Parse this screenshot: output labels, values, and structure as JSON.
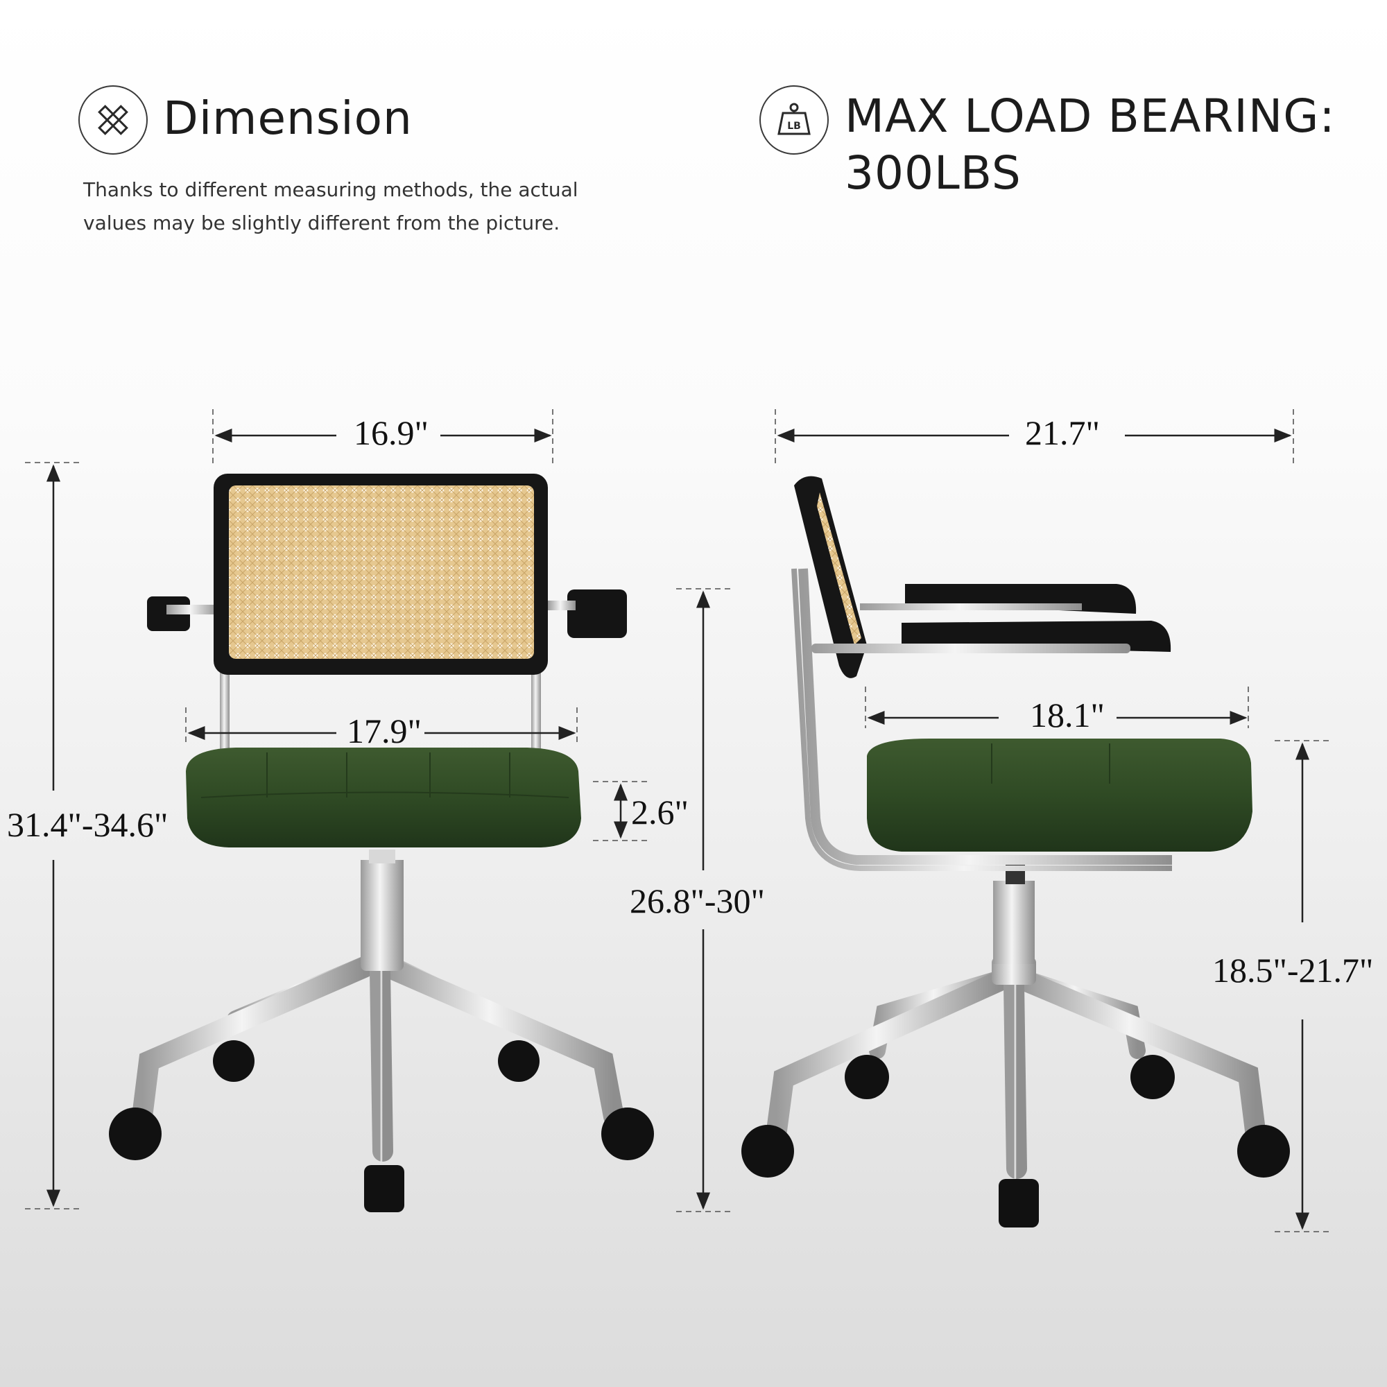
{
  "header": {
    "dimension_title": "Dimension",
    "dimension_icon": "ruler-pencil-icon",
    "note_line1": "Thanks to different measuring methods, the actual",
    "note_line2": "values may be slightly different from the picture.",
    "load_line1": "MAX LOAD BEARING:",
    "load_line2": "300LBS",
    "load_icon": "weight-lb-icon",
    "load_icon_text": "LB"
  },
  "front_view": {
    "backrest_width": "16.9\"",
    "seat_width": "17.9\"",
    "seat_thickness": "2.6\"",
    "overall_height": "31.4\"-34.6\"",
    "armrest_height": "26.8\"-30\""
  },
  "side_view": {
    "overall_depth": "21.7\"",
    "seat_depth": "18.1\"",
    "seat_height": "18.5\"-21.7\""
  },
  "colors": {
    "leather": "#2f4a24",
    "rattan": "#e2c48f",
    "frame": "#161616",
    "chrome": "#c9c9c9"
  }
}
